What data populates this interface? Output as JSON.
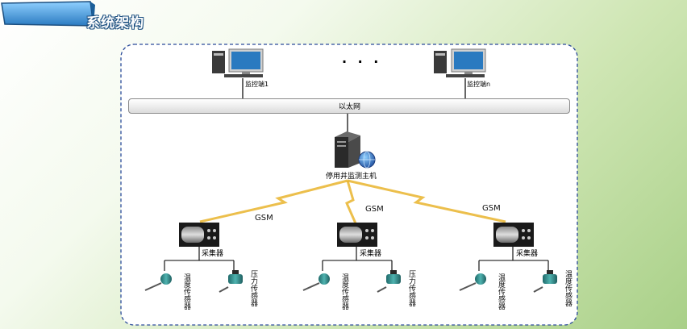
{
  "title": "系统架构",
  "ethernet_label": "以太网",
  "ellipsis": "· · ·",
  "monitors": [
    {
      "label": "监控端1"
    },
    {
      "label": "监控端n"
    }
  ],
  "host_label": "停用井监测主机",
  "gsm_label": "GSM",
  "collector_label": "采集器",
  "temp_sensor_label": "温度传感器",
  "pressure_sensor_label": "压力传感器",
  "colors": {
    "accent": "#2a7ac0",
    "gsm": "#e9b42d",
    "border": "#2a4a9a"
  }
}
